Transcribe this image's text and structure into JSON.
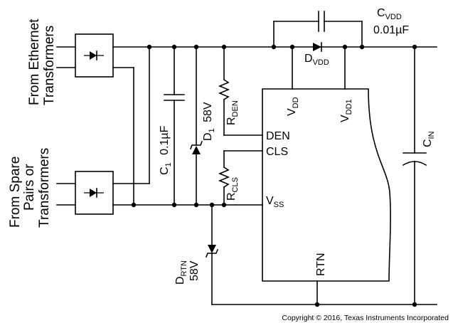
{
  "left_labels": {
    "ethernet_line1": "From Ethernet",
    "ethernet_line2": "Transformers",
    "spare_line1": "From Spare",
    "spare_line2": "Pairs or",
    "spare_line3": "Transformers"
  },
  "cvdd": {
    "name": "C",
    "sub": "VDD",
    "value": "0.01µF"
  },
  "dvdd": {
    "name": "D",
    "sub": "VDD"
  },
  "c1": {
    "name": "C",
    "sub": "1",
    "value": "0.1µF"
  },
  "d1": {
    "name": "D",
    "sub": "1",
    "value": "58V"
  },
  "rden": {
    "name": "R",
    "sub": "DEN"
  },
  "rcls": {
    "name": "R",
    "sub": "CLS"
  },
  "cin": {
    "name": "C",
    "sub": "IN"
  },
  "drtn": {
    "name": "D",
    "sub": "RTN",
    "value": "58V"
  },
  "ic": {
    "vdd_name": "V",
    "vdd_sub": "DD",
    "vdd1_name": "V",
    "vdd1_sub": "DD1",
    "den": "DEN",
    "cls": "CLS",
    "vss_name": "V",
    "vss_sub": "SS",
    "rtn": "RTN"
  },
  "copyright": "Copyright © 2016, Texas Instruments Incorporated"
}
